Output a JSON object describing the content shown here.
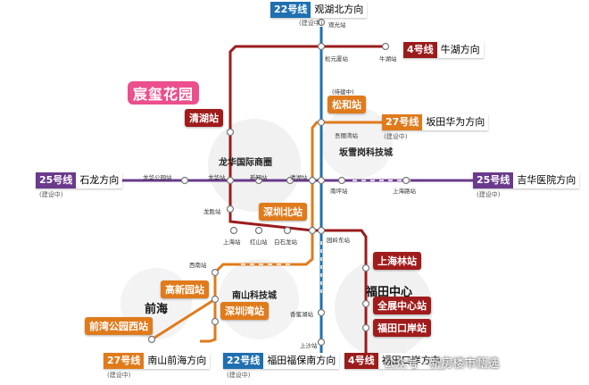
{
  "colors": {
    "line22": "#1f6fb1",
    "line4": "#9b1c1c",
    "line25": "#6a3a8c",
    "line27": "#e07b1c"
  },
  "brand": "宸玺花园",
  "terminals": {
    "l22_north": {
      "num": "22号线",
      "dir": "观湖北方向",
      "note": "(建设中)"
    },
    "l4_north": {
      "num": "4号线",
      "dir": "牛湖方向"
    },
    "l27_east": {
      "num": "27号线",
      "dir": "坂田华为方向",
      "note": "(建设中)"
    },
    "l25_west": {
      "num": "25号线",
      "dir": "石龙方向",
      "note": "(建设中)"
    },
    "l25_east": {
      "num": "25号线",
      "dir": "吉华医院方向",
      "note": "(建设中)"
    },
    "l27_south": {
      "num": "27号线",
      "dir": "南山前海方向",
      "note": "(建设中)"
    },
    "l22_south": {
      "num": "22号线",
      "dir": "福田福保南方向",
      "note": "(建设中)"
    },
    "l4_south": {
      "num": "4号线",
      "dir": "福田口岸方向"
    }
  },
  "stations": {
    "guanguang": "观光站",
    "songyuanxia": "松元厦站",
    "niuhu": "牛湖站",
    "songhe_note": "(待建中)",
    "wuling": "吾丽湾站",
    "longhua_park": "龙华公园站",
    "longhua": "龙华站",
    "xinzhi": "新知站",
    "qinghu_s": "清湖站",
    "nanping": "南坪站",
    "shanghai_ld": "上海路站",
    "longsheng": "龙胜站",
    "shanghai2": "上海站",
    "hongshan": "红山站",
    "baishilong": "白石龙站",
    "shennan": "西南站",
    "yuanling": "园岭东站",
    "xiangmi": "香蜜湖站",
    "shangsha": "上沙站"
  },
  "areas": {
    "longhua_biz": "龙华国际商圈",
    "bantian": "坂雪岗科技城",
    "nanshan": "南山科技城",
    "qianhai": "前海",
    "futian": "福田中心"
  },
  "pills": {
    "songhe": "松和站",
    "qinghu": "清湖站",
    "shenzhen_north": "深圳北站",
    "gaoxinyuan": "高新园站",
    "shenzhenwan": "深圳湾站",
    "qianwan": "前湾公园西站",
    "shanghailin": "上海林站",
    "quanzhan": "全展中心站",
    "futian_port": "福田口岸站"
  },
  "watermark": "公众号 · 新房楼市甄选"
}
